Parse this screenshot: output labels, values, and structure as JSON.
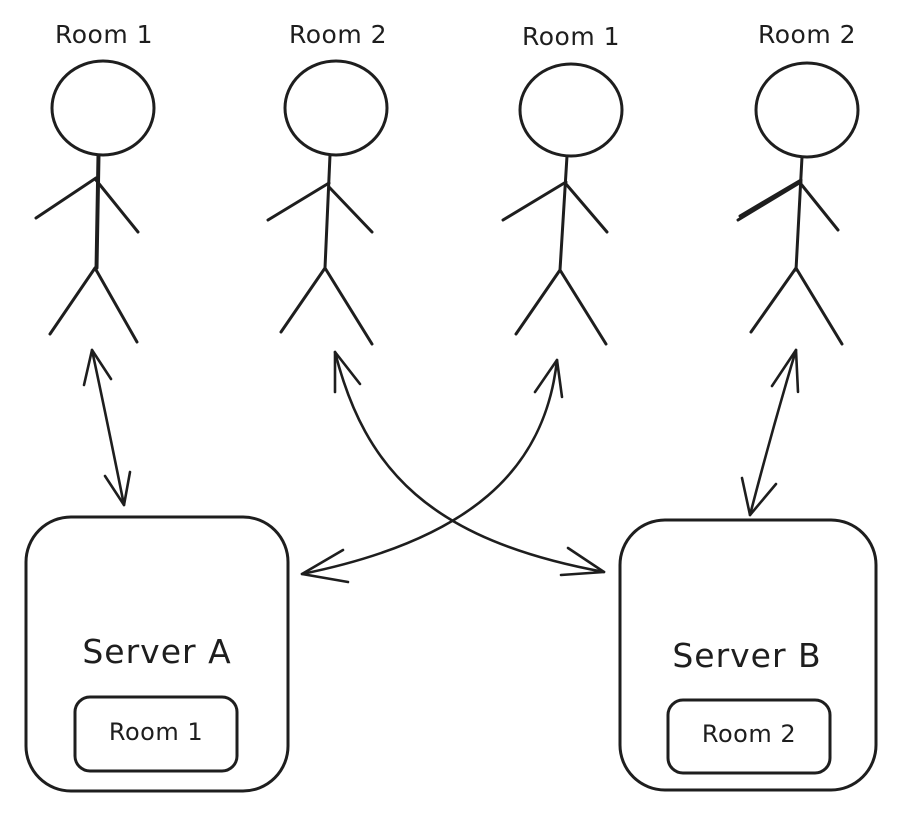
{
  "people": [
    {
      "room_label": "Room 1"
    },
    {
      "room_label": "Room 2"
    },
    {
      "room_label": "Room 1"
    },
    {
      "room_label": "Room 2"
    }
  ],
  "servers": [
    {
      "name": "Server A",
      "room_label": "Room 1"
    },
    {
      "name": "Server B",
      "room_label": "Room 2"
    }
  ],
  "connections": [
    {
      "from": "person-1",
      "to": "Server A"
    },
    {
      "from": "person-2",
      "to": "Server B"
    },
    {
      "from": "person-3",
      "to": "Server A"
    },
    {
      "from": "person-4",
      "to": "Server B"
    }
  ],
  "style": {
    "stroke_color": "#1e1e1e",
    "background": "#ffffff"
  }
}
